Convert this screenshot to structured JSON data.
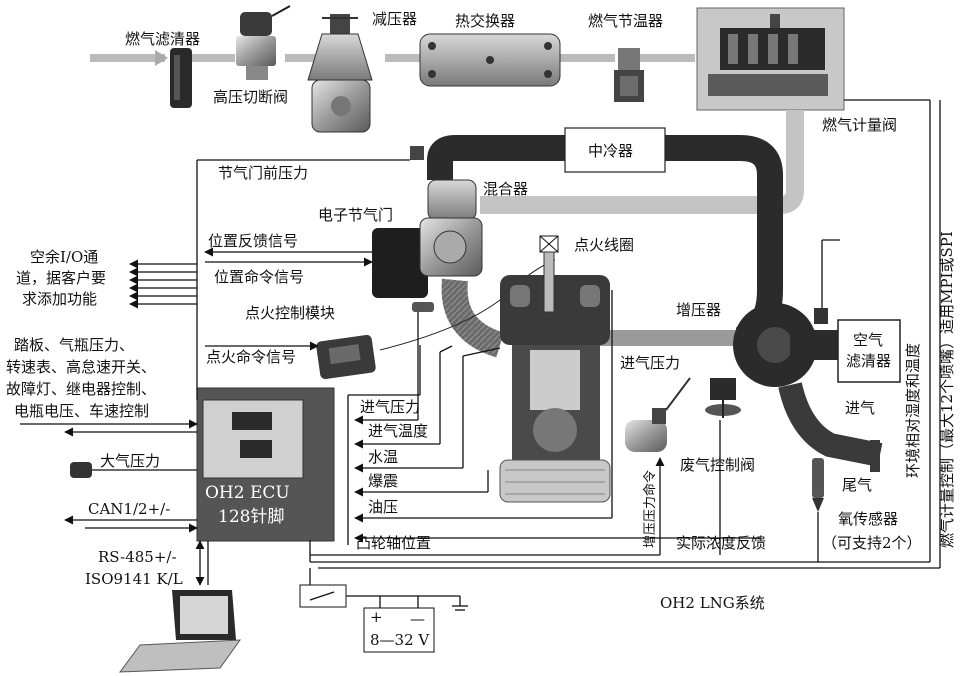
{
  "labels": {
    "gas_filter": "燃气滤清器",
    "hp_cutoff": "高压切断阀",
    "reducer": "减压器",
    "heat_exchanger": "热交换器",
    "gas_thermostat": "燃气节温器",
    "gas_meter_valve": "燃气计量阀",
    "intercooler": "中冷器",
    "pre_throttle_pressure": "节气门前压力",
    "mixer": "混合器",
    "e_throttle": "电子节气门",
    "position_feedback": "位置反馈信号",
    "position_command": "位置命令信号",
    "ignition_coil": "点火线圈",
    "ignition_module": "点火控制模块",
    "ignition_command": "点火命令信号",
    "spare_io": [
      "空余I/O通",
      "道，据客户要",
      "求添加功能"
    ],
    "inputs": [
      "踏板、气瓶压力、",
      "转速表、高怠速开关、",
      "故障灯、继电器控制、",
      "电瓶电压、车速控制"
    ],
    "atm_pressure": "大气压力",
    "can": "CAN1/2+/-",
    "rs485": "RS-485+/-",
    "iso": "ISO9141 K/L",
    "ecu_line1": "OH2   ECU",
    "ecu_line2": "128针脚",
    "intake_pressure_sig": "进气压力",
    "intake_temp": "进气温度",
    "water_temp": "水温",
    "knock": "爆震",
    "oil_pressure": "油压",
    "cam_position": "凸轮轴位置",
    "boost_pressure_cmd": "增压压力命令",
    "actual_afr_feedback": "实际浓度反馈",
    "turbocharger": "增压器",
    "intake_pressure_sensor": "进气压力",
    "wastegate": "废气控制阀",
    "air_filter": [
      "空气",
      "滤清器"
    ],
    "intake_air": "进气",
    "exhaust": "尾气",
    "o2_sensor": [
      "氧传感器",
      "（可支持2个）"
    ],
    "vertical_text_right": "燃气计量控制（最大12个喷嘴）适用MPI或SPI",
    "vertical_text_left": "环境相对湿度和温度",
    "battery": "8—32 V",
    "battery_plus": "+",
    "battery_minus": "—",
    "system_name": "OH2   LNG系统"
  },
  "colors": {
    "ecu_box": "#555555",
    "pipe_dark": "#2b2b2b",
    "pipe_light": "#c4c4c4",
    "hose": "#6a6a6a"
  },
  "icons": {
    "laptop": "laptop-icon",
    "battery": "battery-icon",
    "relay": "relay-switch-icon",
    "ground": "ground-icon"
  }
}
